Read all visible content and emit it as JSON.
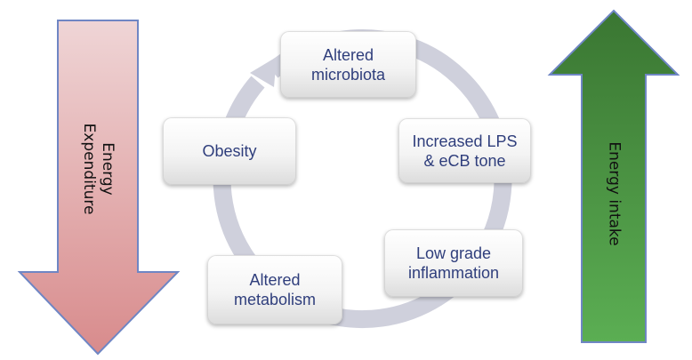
{
  "diagram": {
    "left_arrow": {
      "direction": "down",
      "label_line1": "Energy",
      "label_line2": "Expenditure",
      "fill_top": "#efd3d4",
      "fill_bottom": "#d98e8f",
      "stroke": "#6f86c4"
    },
    "right_arrow": {
      "direction": "up",
      "label": "Energy intake",
      "fill_top": "#3c7a34",
      "fill_bottom": "#5aad52",
      "stroke": "#6f86c4"
    },
    "cycle": {
      "ring_color": "#cfd0dc",
      "text_color": "#2f3e7c",
      "nodes": [
        {
          "line1": "Altered",
          "line2": "microbiota"
        },
        {
          "line1": "Increased LPS",
          "line2": "& eCB tone"
        },
        {
          "line1": "Low grade",
          "line2": "inflammation"
        },
        {
          "line1": "Altered",
          "line2": "metabolism"
        },
        {
          "line1": "Obesity",
          "line2": ""
        }
      ]
    }
  }
}
